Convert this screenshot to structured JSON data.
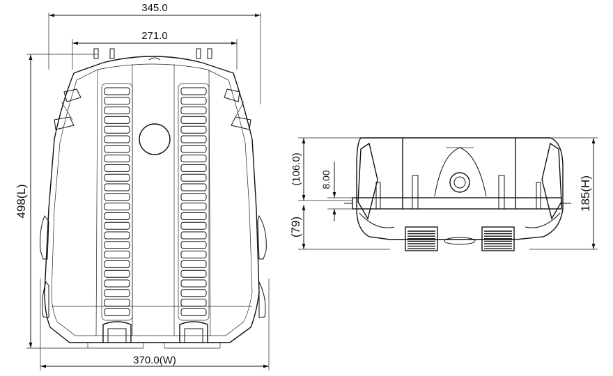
{
  "dimensions": {
    "top_overall": "345.0",
    "top_inner": "271.0",
    "length": "498(L)",
    "width": "370.0(W)",
    "side_upper": "(106.0)",
    "side_offset": "8.00",
    "side_lower": "(79)",
    "height": "185(H)"
  }
}
